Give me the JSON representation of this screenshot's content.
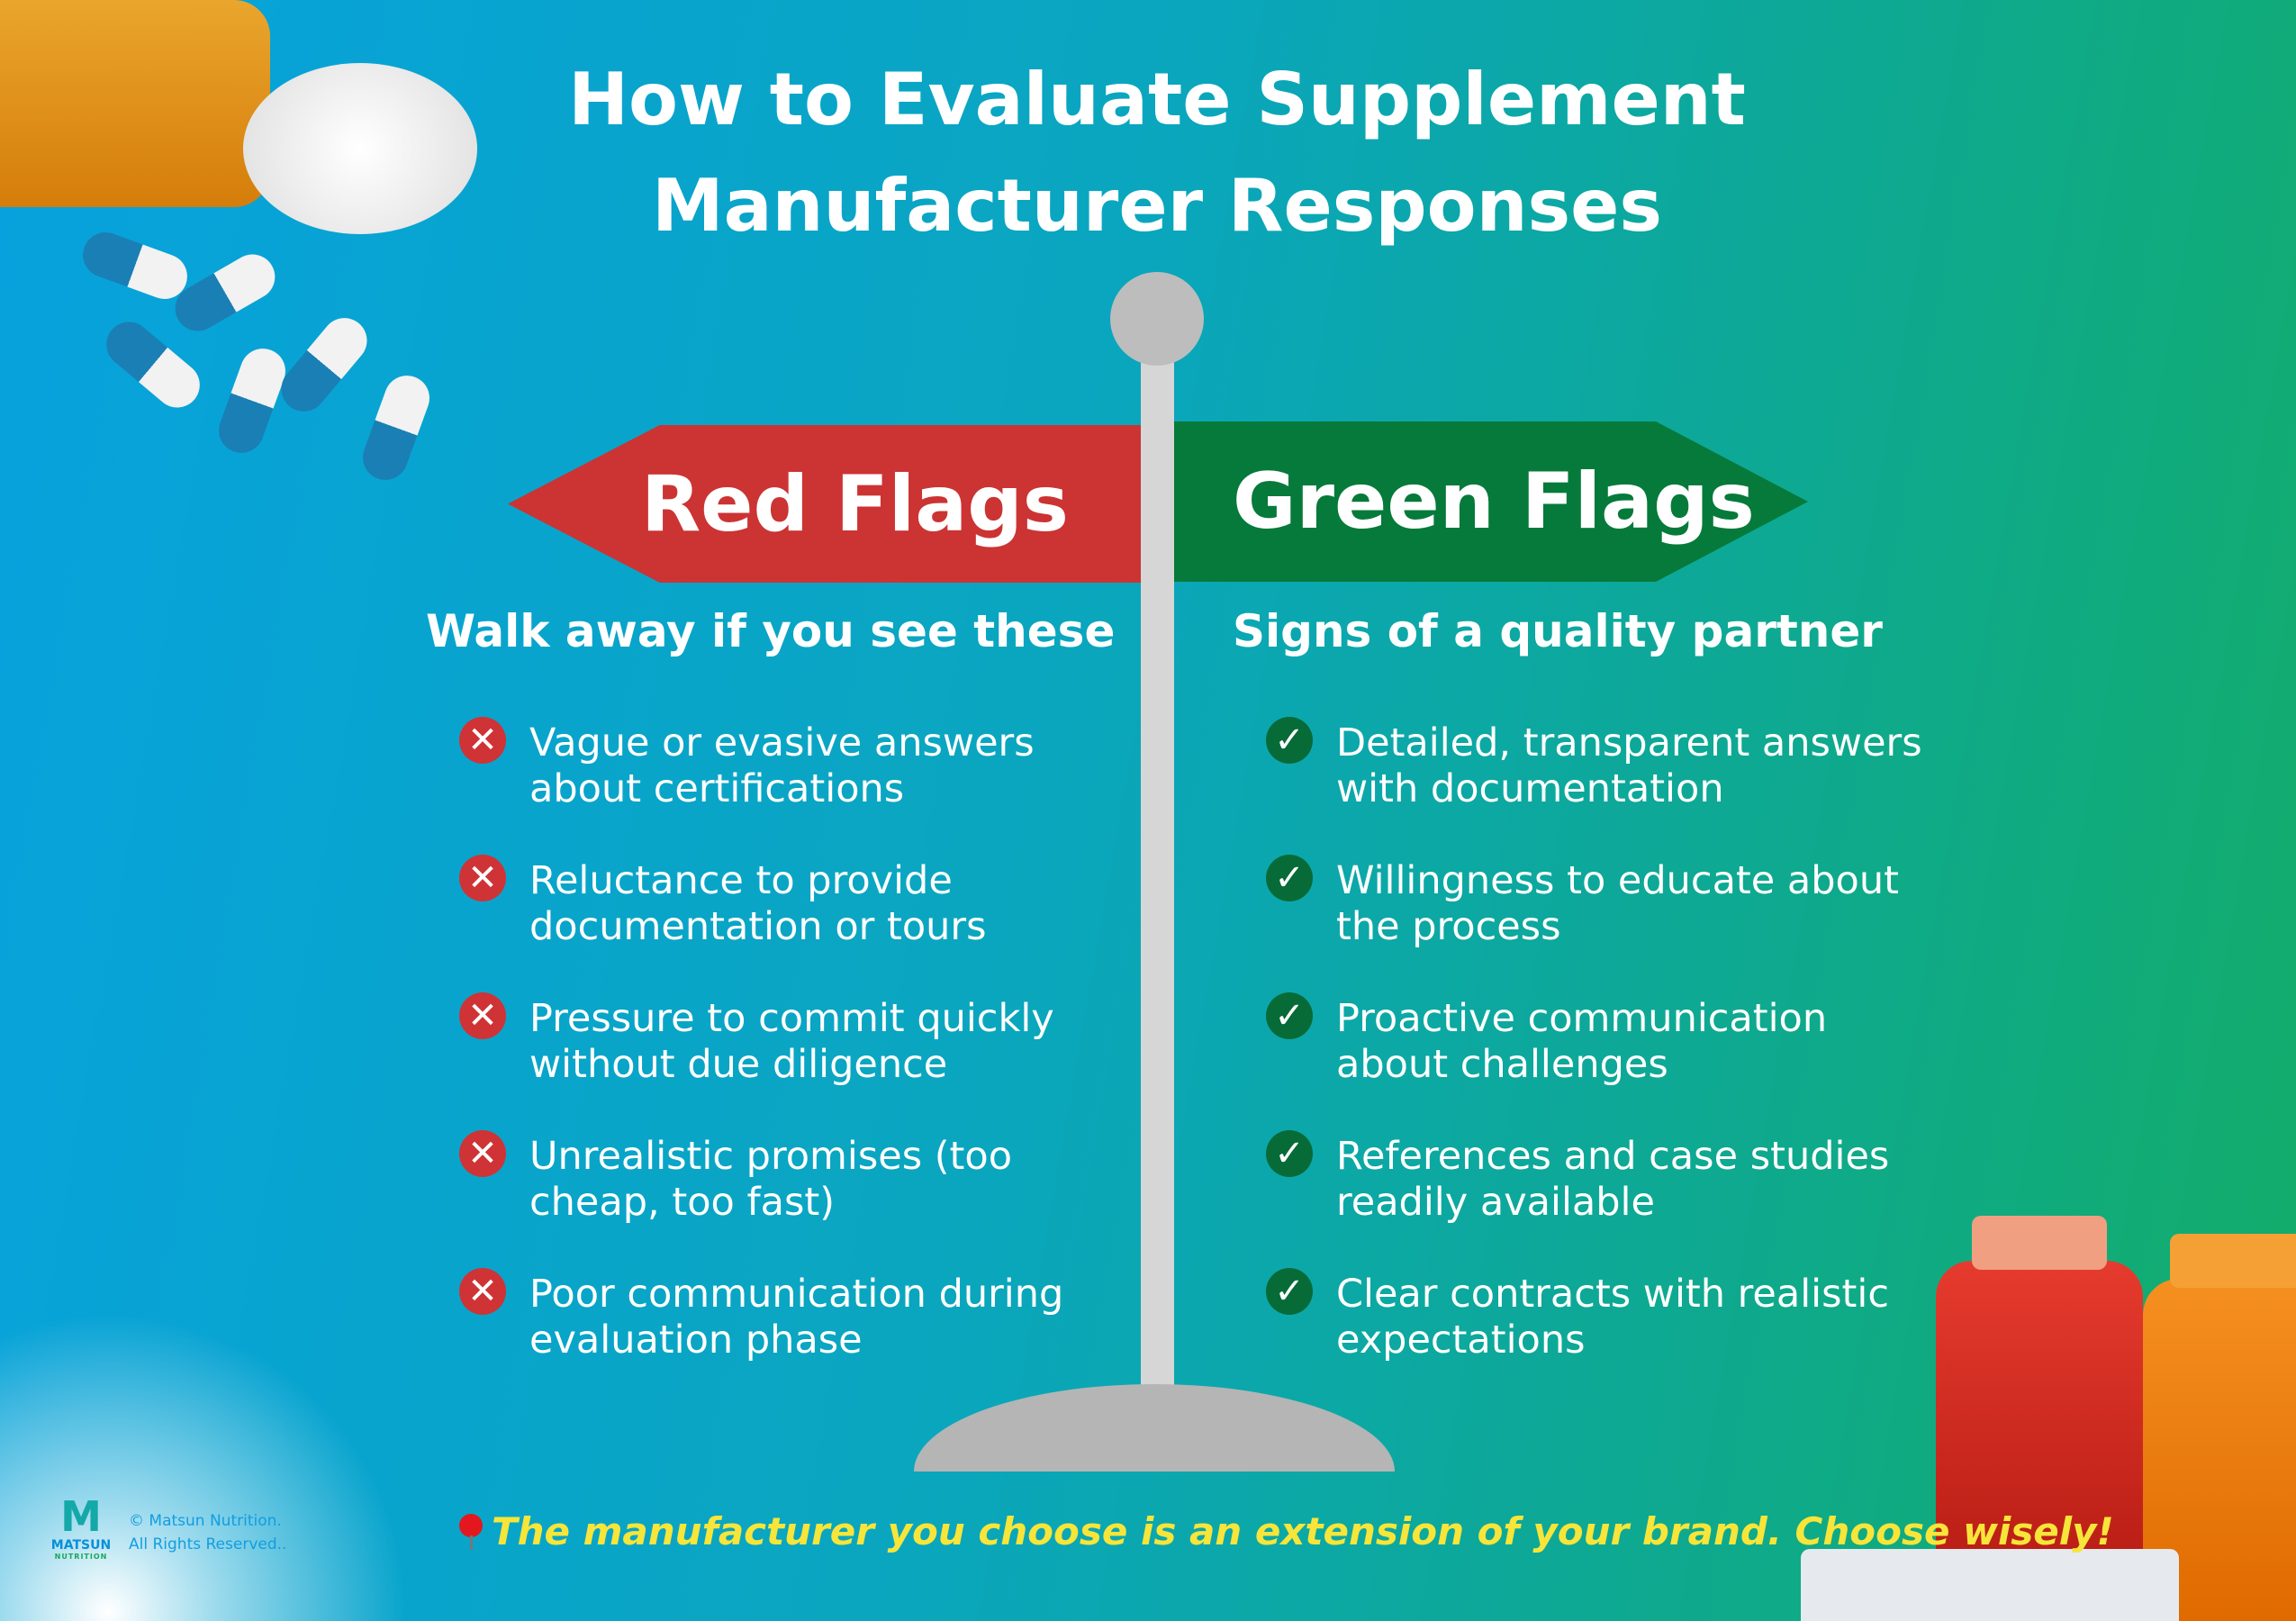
{
  "title": {
    "line1": "How to Evaluate Supplement",
    "line2": "Manufacturer Responses"
  },
  "red": {
    "label": "Red Flags",
    "subtitle": "Walk away if you see these",
    "icon": "x-circle-icon",
    "color": "#cc3333",
    "items": [
      {
        "l1": "Vague or evasive answers",
        "l2": "about certifications"
      },
      {
        "l1": "Reluctance to provide",
        "l2": "documentation or tours"
      },
      {
        "l1": "Pressure to commit quickly",
        "l2": "without due diligence"
      },
      {
        "l1": "Unrealistic promises (too",
        "l2": "cheap, too fast)"
      },
      {
        "l1": "Poor communication during",
        "l2": "evaluation phase"
      }
    ]
  },
  "green": {
    "label": "Green Flags",
    "subtitle": "Signs of a quality partner",
    "icon": "check-circle-icon",
    "color": "#067a3a",
    "items": [
      {
        "l1": "Detailed, transparent answers",
        "l2": "with documentation"
      },
      {
        "l1": "Willingness to educate about",
        "l2": "the process"
      },
      {
        "l1": "Proactive communication",
        "l2": "about challenges"
      },
      {
        "l1": "References and case studies",
        "l2": "readily available"
      },
      {
        "l1": "Clear contracts with realistic",
        "l2": "expectations"
      }
    ]
  },
  "tagline": "The manufacturer you choose is an extension of your brand. Choose wisely!",
  "footer": {
    "logo_name": "MATSUN",
    "logo_sub": "NUTRITION",
    "copyright_line1": "© Matsun Nutrition.",
    "copyright_line2": "All Rights Reserved.."
  },
  "glyphs": {
    "x": "✕",
    "check": "✓"
  }
}
